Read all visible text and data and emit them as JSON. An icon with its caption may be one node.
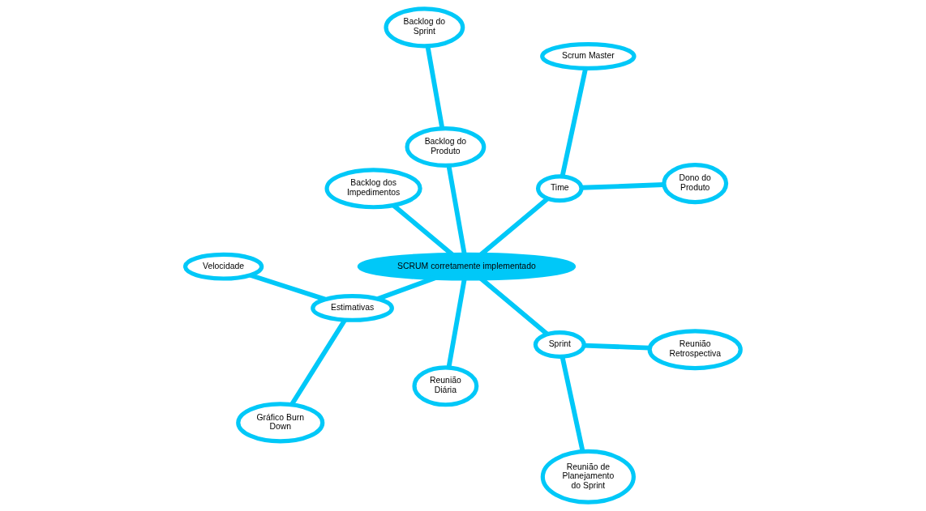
{
  "diagram": {
    "nodes": [
      {
        "text": [
          "SCRUM corretamente implementado"
        ]
      },
      {
        "text": [
          "Time"
        ]
      },
      {
        "text": [
          "Dono do Produto"
        ]
      },
      {
        "text": [
          "Scrum Master"
        ]
      },
      {
        "text": [
          "Backlog do Produto"
        ]
      },
      {
        "text": [
          "Backlog do Sprint"
        ]
      },
      {
        "text": [
          "Backlog dos Impedimentos"
        ]
      },
      {
        "text": [
          "Estimativas"
        ]
      },
      {
        "text": [
          "Velocidade"
        ]
      },
      {
        "text": [
          "Gráfico Burn Down"
        ]
      },
      {
        "text": [
          "Reunião Diária"
        ]
      },
      {
        "text": [
          "Sprint"
        ]
      },
      {
        "text": [
          "Reunião de Planejamento do Sprint"
        ]
      },
      {
        "text": [
          "Reunião Retrospectiva"
        ]
      }
    ],
    "edges": [
      {
        "from": 0,
        "to": 1,
        "arrow": "none"
      },
      {
        "from": 1,
        "to": 2,
        "arrow": "none"
      },
      {
        "from": 1,
        "to": 3,
        "arrow": "none"
      },
      {
        "from": 0,
        "to": 4,
        "arrow": "none"
      },
      {
        "from": 4,
        "to": 5,
        "arrow": "none"
      },
      {
        "from": 0,
        "to": 6,
        "arrow": "none"
      },
      {
        "from": 0,
        "to": 7,
        "arrow": "none"
      },
      {
        "from": 7,
        "to": 8,
        "arrow": "none"
      },
      {
        "from": 7,
        "to": 9,
        "arrow": "none"
      },
      {
        "from": 0,
        "to": 10,
        "arrow": "none"
      },
      {
        "from": 0,
        "to": 11,
        "arrow": "none"
      },
      {
        "from": 11,
        "to": 12,
        "arrow": "none"
      },
      {
        "from": 11,
        "to": 13,
        "arrow": "none"
      }
    ]
  }
}
